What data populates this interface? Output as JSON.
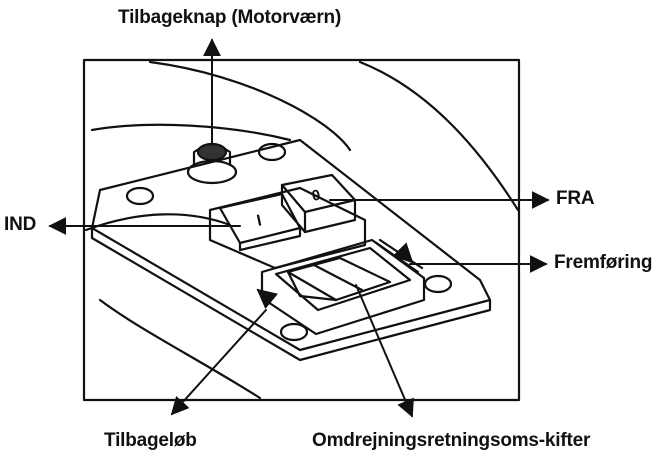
{
  "labels": {
    "reverse_button": "Tilbageknap (Motorværn)",
    "off": "FRA",
    "on": "IND",
    "forward": "Fremføring",
    "reverse_run": "Tilbageløb",
    "direction_switch": "Omdrejningsretningsoms-kifter"
  },
  "switch_marks": {
    "on_symbol": "I",
    "off_symbol": "0"
  },
  "colors": {
    "ink": "#111111",
    "background": "#ffffff"
  }
}
